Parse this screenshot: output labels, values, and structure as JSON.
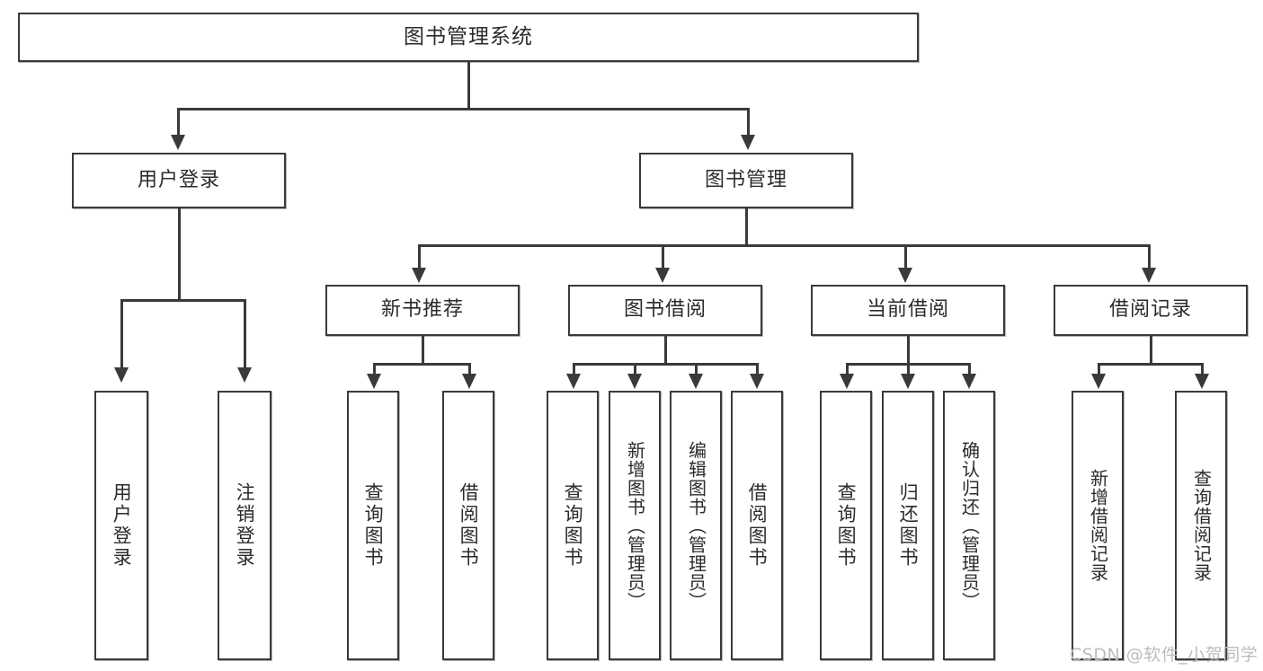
{
  "diagram": {
    "title": "图书管理系统",
    "type": "tree-hierarchy-diagram",
    "root": {
      "id": "root",
      "label": "图书管理系统"
    },
    "level2": [
      {
        "id": "user-login",
        "label": "用户登录"
      },
      {
        "id": "book-manage",
        "label": "图书管理"
      }
    ],
    "level3": [
      {
        "id": "new-book-rec",
        "label": "新书推荐"
      },
      {
        "id": "book-borrow",
        "label": "图书借阅"
      },
      {
        "id": "current-borrow",
        "label": "当前借阅"
      },
      {
        "id": "borrow-record",
        "label": "借阅记录"
      }
    ],
    "leaves": {
      "user_login": [
        {
          "id": "leaf-user-login",
          "label": "用户登录"
        },
        {
          "id": "leaf-logout",
          "label": "注销登录"
        }
      ],
      "new_book_rec": [
        {
          "id": "leaf-query-book-1",
          "label": "查询图书"
        },
        {
          "id": "leaf-borrow-book-1",
          "label": "借阅图书"
        }
      ],
      "book_borrow": [
        {
          "id": "leaf-query-book-2",
          "label": "查询图书"
        },
        {
          "id": "leaf-add-book",
          "label": "新增图书（管理员）"
        },
        {
          "id": "leaf-edit-book",
          "label": "编辑图书（管理员）"
        },
        {
          "id": "leaf-borrow-book-2",
          "label": "借阅图书"
        }
      ],
      "current_borrow": [
        {
          "id": "leaf-query-book-3",
          "label": "查询图书"
        },
        {
          "id": "leaf-return-book",
          "label": "归还图书"
        },
        {
          "id": "leaf-confirm-return",
          "label": "确认归还（管理员）"
        }
      ],
      "borrow_record": [
        {
          "id": "leaf-add-record",
          "label": "新增借阅记录"
        },
        {
          "id": "leaf-query-record",
          "label": "查询借阅记录"
        }
      ]
    }
  },
  "watermark": {
    "text": "CSDN @软件_小贺同学"
  },
  "colors": {
    "stroke": "#3a3a3a",
    "background": "#ffffff",
    "text": "#2b2b2b",
    "watermark": "#bdbdbd"
  }
}
